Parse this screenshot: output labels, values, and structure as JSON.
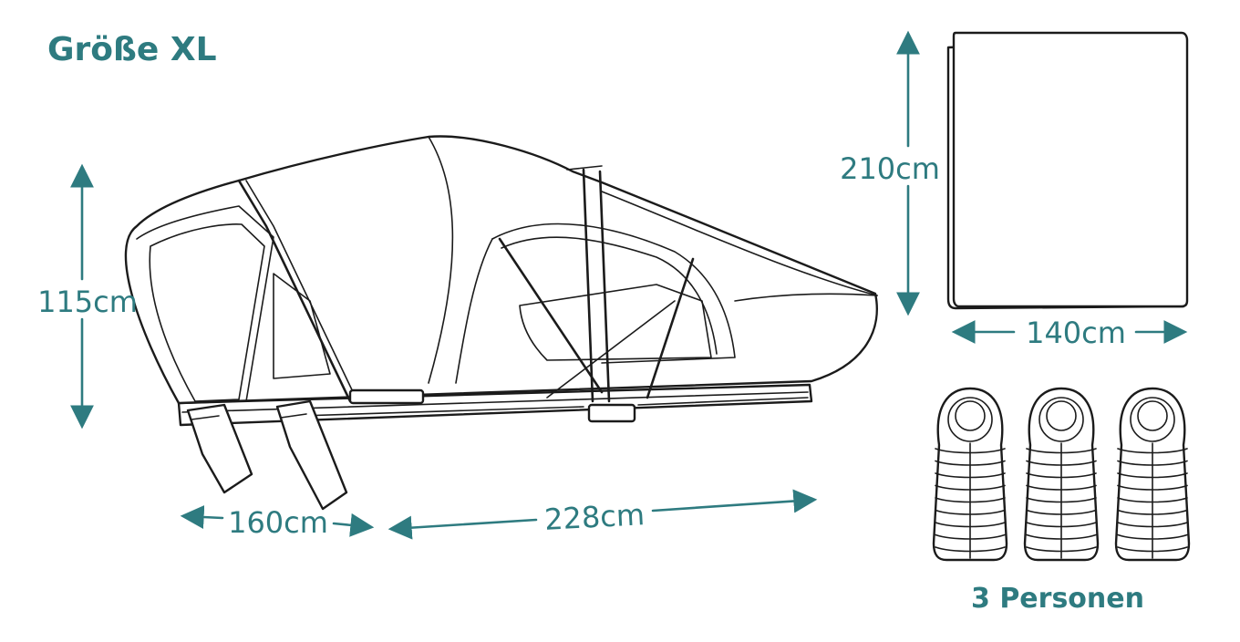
{
  "title": "Größe XL",
  "dimensions": {
    "height": "115cm",
    "width": "160cm",
    "length": "228cm",
    "mattress_length": "210cm",
    "mattress_width": "140cm"
  },
  "capacity": {
    "label": "3 Personen",
    "count": 3
  },
  "colors": {
    "accent": "#2e7b80",
    "outline": "#1b1b1b"
  }
}
